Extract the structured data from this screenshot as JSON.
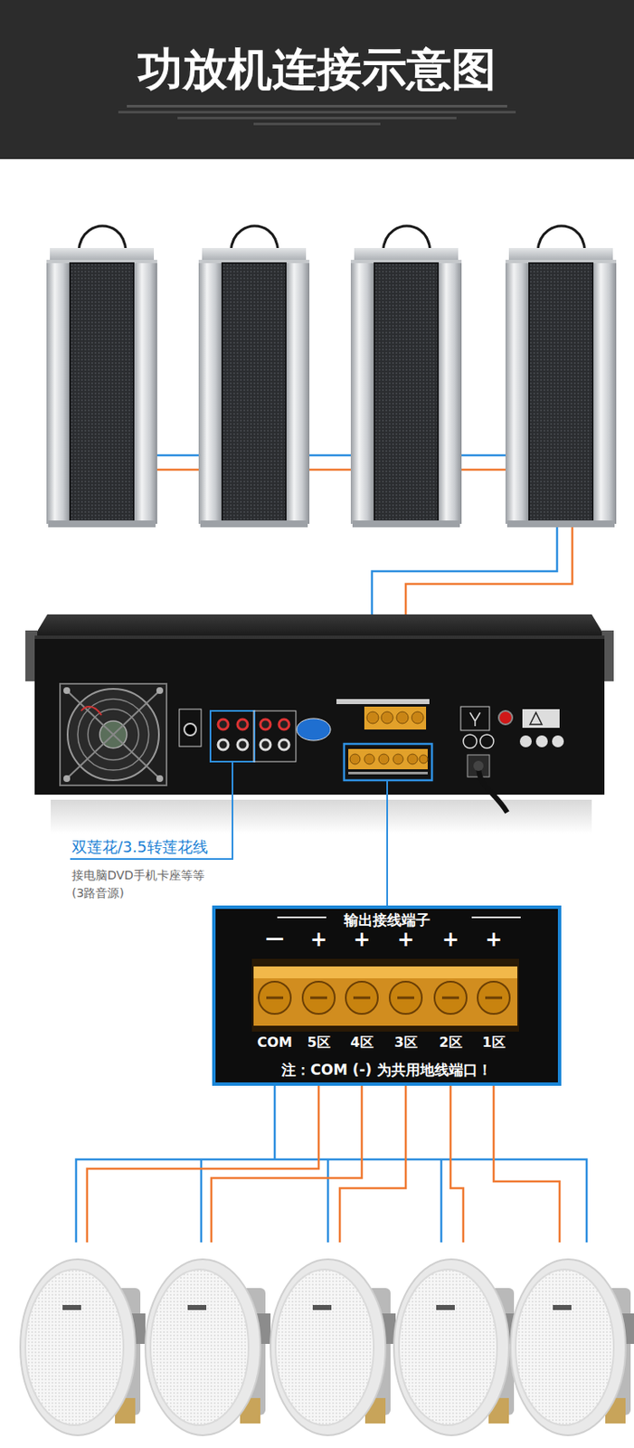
{
  "diagram": {
    "title": "功放机连接示意图",
    "nodes": [
      {
        "text": [
          "输出接线端子",
          "注：COM (-) 为共用地线端口！"
        ]
      }
    ],
    "labels": [
      "双莲花/3.5转莲花线",
      "接电脑DVD手机卡座等等",
      "(3路音源)",
      "—",
      "+",
      "+",
      "+",
      "+",
      "+",
      "COM",
      "5区",
      "4区",
      "3区",
      "2区",
      "1区"
    ]
  }
}
